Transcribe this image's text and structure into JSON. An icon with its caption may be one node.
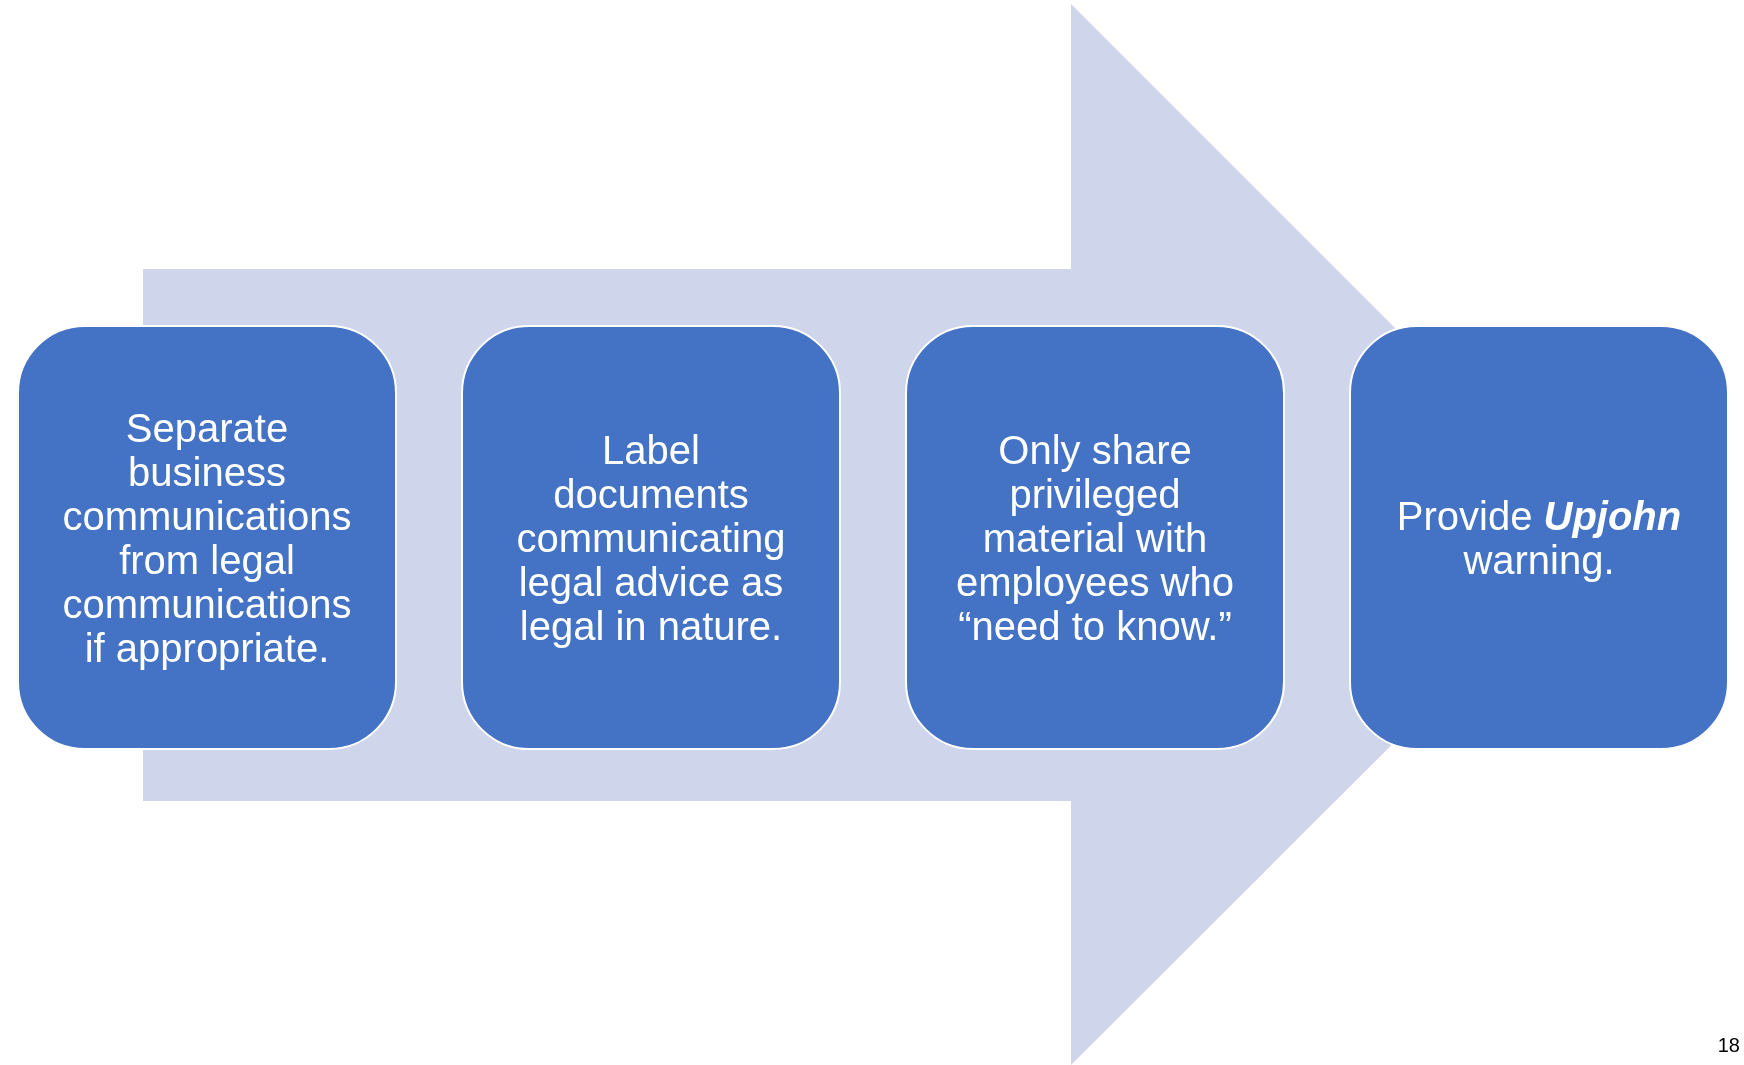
{
  "diagram": {
    "nodes": [
      {
        "text": [
          "Separate business communications from legal communications if appropriate."
        ]
      },
      {
        "text": [
          "Label documents communicating legal advice as legal in nature."
        ]
      },
      {
        "text": [
          "Only share privileged material with employees who “need to know.”"
        ]
      },
      {
        "text": [
          "Provide **Upjohn** warning."
        ]
      }
    ],
    "edges": [
      {
        "from": 0,
        "to": 3,
        "arrow": "to",
        "style": "thick"
      }
    ],
    "labels": [
      "18"
    ]
  }
}
